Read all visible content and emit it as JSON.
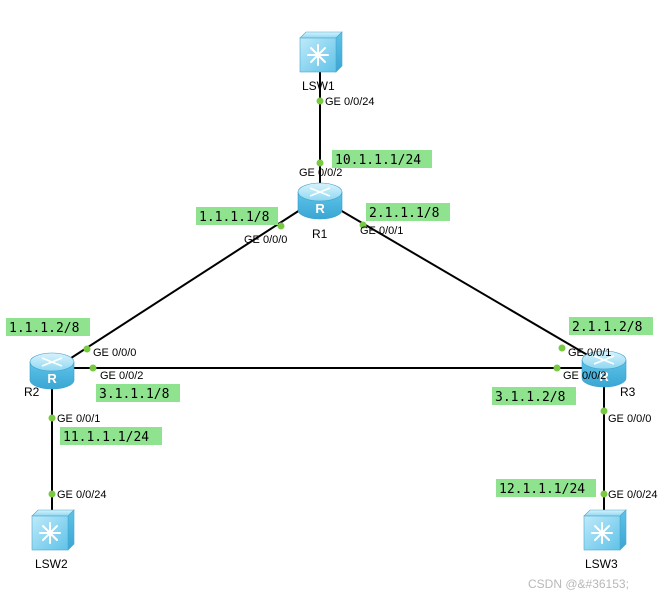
{
  "nodes": {
    "lsw1": {
      "label": "LSW1"
    },
    "r1": {
      "label": "R1"
    },
    "r2": {
      "label": "R2"
    },
    "r3": {
      "label": "R3"
    },
    "lsw2": {
      "label": "LSW2"
    },
    "lsw3": {
      "label": "LSW3"
    }
  },
  "ports": {
    "lsw1_g0024": "GE 0/0/24",
    "r1_g002": "GE 0/0/2",
    "r1_g000": "GE 0/0/0",
    "r1_g001": "GE 0/0/1",
    "r2_g000": "GE 0/0/0",
    "r2_g002": "GE 0/0/2",
    "r2_g001": "GE 0/0/1",
    "r3_g001": "GE 0/0/1",
    "r3_g002": "GE 0/0/2",
    "r3_g000": "GE 0/0/0",
    "lsw2_g0024": "GE 0/0/24",
    "lsw3_g0024": "GE 0/0/24"
  },
  "ip_labels": {
    "r1_lsw1": "10.1.1.1/24",
    "r1_r2": "1.1.1.1/8",
    "r1_r3": "2.1.1.1/8",
    "r2_r1": "1.1.1.2/8",
    "r2_r3": "3.1.1.1/8",
    "r2_lsw2": "11.1.1.1/24",
    "r3_r1": "2.1.1.2/8",
    "r3_r2": "3.1.1.2/8",
    "r3_lsw3": "12.1.1.1/24"
  },
  "watermark": "CSDN @&#36153;",
  "colors": {
    "ip_bg": "#8fe38f",
    "port_dot": "#7ac943",
    "link": "#000000",
    "device": "#7fd1f0"
  }
}
